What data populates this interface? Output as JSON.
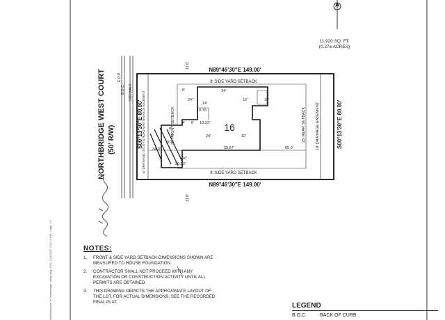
{
  "area": {
    "sqft": "11,920 SQ. FT.",
    "acres": "(0.27± ACRES)"
  },
  "street": {
    "name": "NORTHBRIDGE WEST COURT",
    "row": "(50' R/W)"
  },
  "road_labels": {
    "eop": "E.O.P.",
    "boc": "B.O.C.",
    "sidewalk": "SIDEWALK"
  },
  "bearings": {
    "north": "N89°46'30\"E 149.00'",
    "south": "N89°46'30\"E 149.00'",
    "west": "S00°13'30\"E 80.00'",
    "east": "S00°13'30\"E 80.00'"
  },
  "lot_number": "16",
  "setbacks": {
    "side_top": "8' SIDE YARD SETBACK",
    "side_bottom": "8' SIDE YARD SETBACK",
    "rear": "25' REAR SETBACK",
    "front": "30' FRONT SETBACK",
    "drainage": "10' DRAINAGE EASEMENT",
    "utility": "10' DRAINAGE, UTILITY & ROAD MAINTENANCE EASEMENT"
  },
  "offsets": {
    "top": "11.0'",
    "bottom": "11.0'"
  },
  "dims": {
    "d34": "34'",
    "d16": "16'",
    "d16b": "16'",
    "d8": "8'",
    "d24": "24'",
    "d14": "14'",
    "d10_78": "10.78",
    "d4": "4'",
    "d6": "6'",
    "d10_33": "10.33'",
    "d32": "32'",
    "d24b": "24'",
    "d25_67": "25.67'",
    "d65": "65.0'",
    "d34_0": "34.0'",
    "d20_33": "20.33'",
    "d8b": "8'",
    "d10": "10'",
    "d20": "20'",
    "d2": "2'"
  },
  "notes": {
    "title": "NOTES:",
    "items": [
      {
        "num": "1.",
        "text": "FRONT & SIDE YARD SETBACK DIMENSIONS SHOWN ARE\nMEASURED TO HOUSE FOUNDATION."
      },
      {
        "num": "2.",
        "text": "CONTRACTOR SHALL NOT PROCEED WITH ANY\nEXCAVATION OR CONSTRUCTION ACTIVITY UNTIL ALL\nPERMITS ARE OBTAINED."
      },
      {
        "num": "3.",
        "text": "THIS DRAWING DEPICTS THE APPROXIMATE LAYOUT OF\nTHE LOT. FOR ACTUAL DIMENSIONS, SEE THE RECORDED\nFINAL PLAT."
      }
    ]
  },
  "legend": {
    "title": "LEGEND",
    "items": [
      {
        "abbr": "B.O.C.",
        "desc": "BACK OF CURB"
      }
    ]
  },
  "side_text": "xref/survey/lot 16 Northbridge Valley.dwg 2015, 1/14/2022 1:54:27 PM, Legal, 1:1"
}
